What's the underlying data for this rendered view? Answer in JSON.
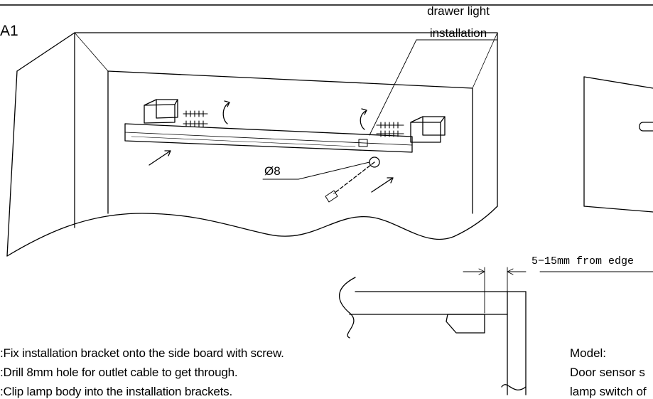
{
  "figure_label": "A1",
  "callout": {
    "line1": "drawer light",
    "line2": "installation"
  },
  "hole_label": "Ø8",
  "edge_label": "5−15mm from edge",
  "steps": [
    ":Fix installation bracket onto the side board with screw.",
    ":Drill 8mm hole for outlet cable to get through.",
    ":Clip lamp body into the installation brackets."
  ],
  "model": {
    "label": "Model:",
    "line1": "Door sensor s",
    "line2": "lamp switch of"
  }
}
